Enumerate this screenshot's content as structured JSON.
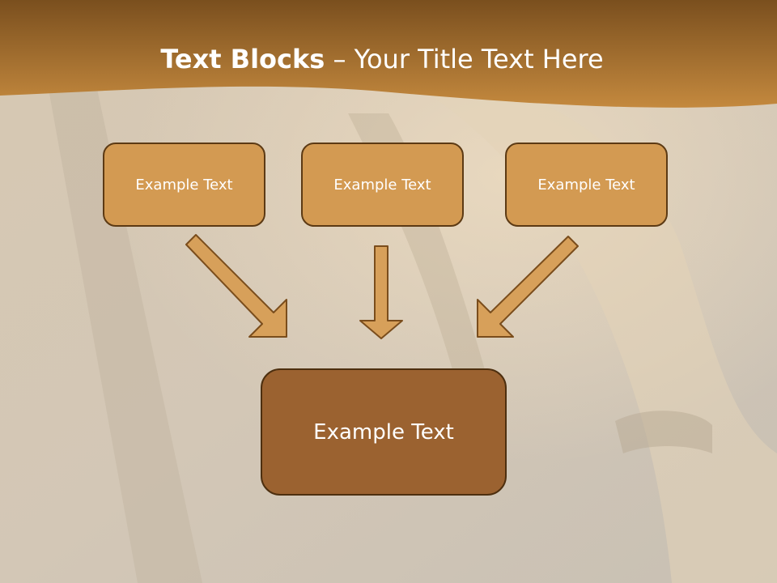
{
  "slide": {
    "title_bold": "Text Blocks",
    "title_rest": " – Your Title Text Here"
  },
  "diagram": {
    "top_boxes": [
      "Example Text",
      "Example Text",
      "Example Text"
    ],
    "bottom_box": "Example Text"
  },
  "colors": {
    "banner": "#b07530",
    "background": "#cdc4b6",
    "small_box_fill": "#d39a52",
    "big_box_fill": "#9b6230",
    "arrow_fill": "#d7a05a",
    "outline": "#5c3a14"
  }
}
